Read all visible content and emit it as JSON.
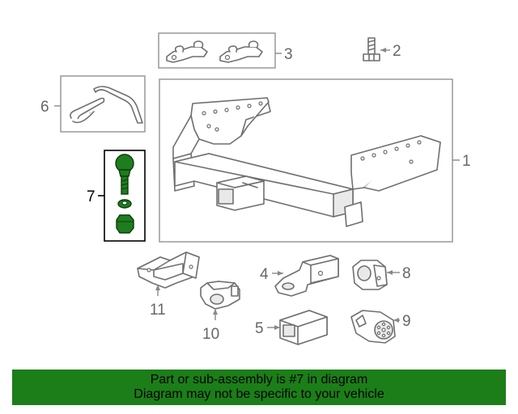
{
  "callouts": {
    "c1": "1",
    "c2": "2",
    "c3": "3",
    "c4": "4",
    "c5": "5",
    "c6": "6",
    "c7": "7",
    "c8": "8",
    "c9": "9",
    "c10": "10",
    "c11": "11"
  },
  "highlight_part": "7",
  "colors": {
    "highlight": "#1e7d1e",
    "banner": "#1b7e18"
  },
  "banner": {
    "line1": "Part or sub-assembly is #7 in diagram",
    "line2": "Diagram may not be specific to your vehicle"
  }
}
